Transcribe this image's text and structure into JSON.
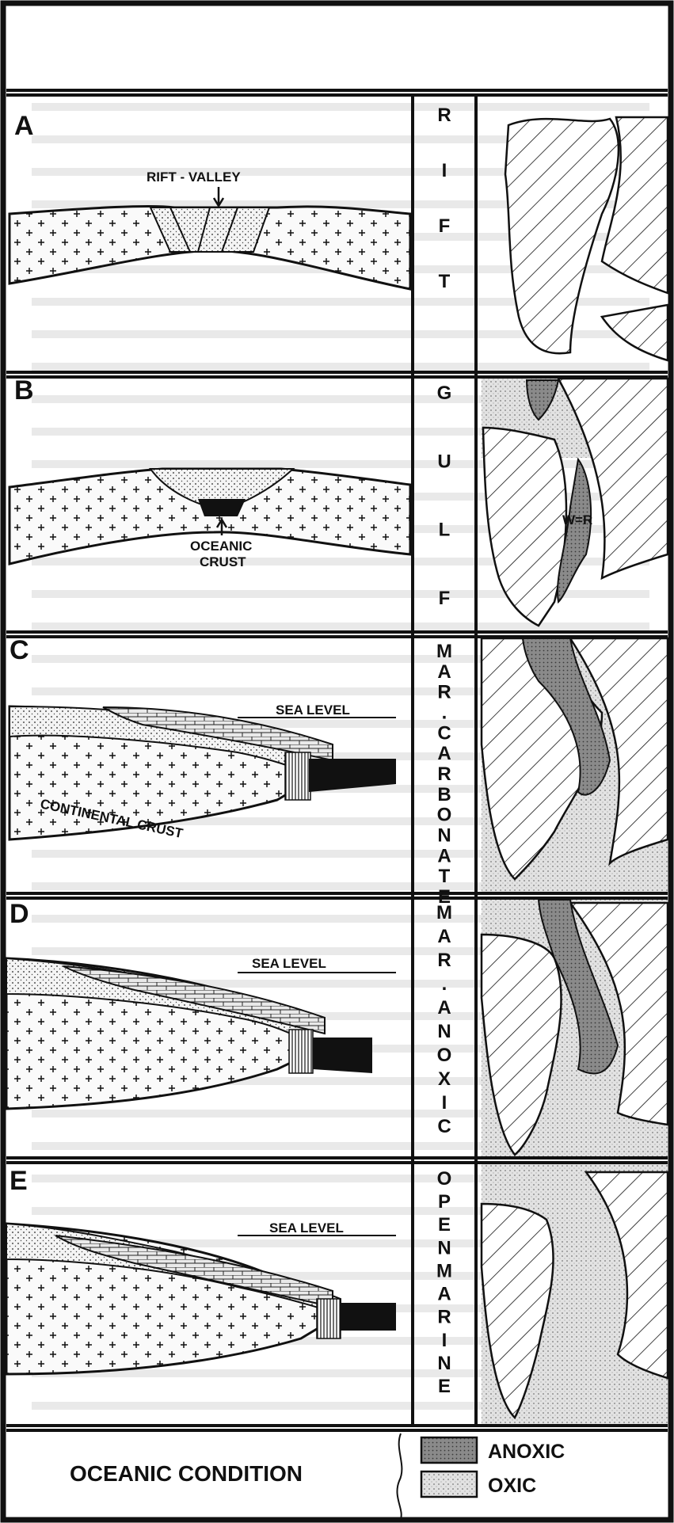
{
  "panels": [
    {
      "letter": "A",
      "phase": [
        "R",
        "I",
        "F",
        "T"
      ],
      "label": "RIFT - VALLEY"
    },
    {
      "letter": "B",
      "phase": [
        "G",
        "U",
        "L",
        "F"
      ],
      "label_line1": "OCEANIC",
      "label_line2": "CRUST",
      "map_label": "W=R"
    },
    {
      "letter": "C",
      "phase": [
        "M",
        "A",
        "R",
        ".",
        "C",
        "A",
        "R",
        "B",
        "O",
        "N",
        "A",
        "T",
        "E"
      ],
      "sea_level": "SEA LEVEL",
      "crust_label": "CONTINENTAL CRUST"
    },
    {
      "letter": "D",
      "phase": [
        "M",
        "A",
        "R",
        ".",
        "A",
        "N",
        "O",
        "X",
        "I",
        "C"
      ],
      "sea_level": "SEA LEVEL"
    },
    {
      "letter": "E",
      "phase": [
        "O",
        "P",
        "E",
        "N",
        "M",
        "A",
        "R",
        "I",
        "N",
        "E"
      ],
      "sea_level": "SEA LEVEL"
    }
  ],
  "legend": {
    "title": "OCEANIC CONDITION",
    "items": [
      {
        "label": "ANOXIC",
        "pattern": "dense-stipple"
      },
      {
        "label": "OXIC",
        "pattern": "light-stipple"
      }
    ]
  }
}
